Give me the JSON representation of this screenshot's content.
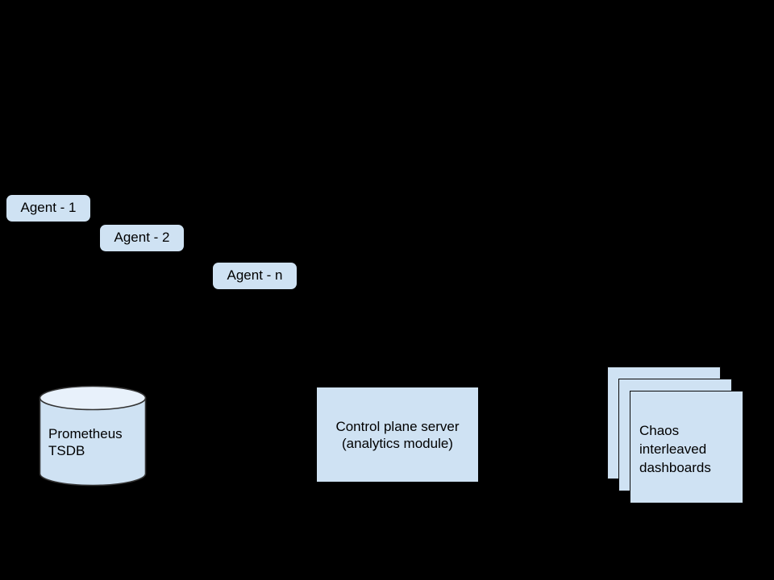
{
  "diagram": {
    "background_color": "#000000",
    "node_fill_color": "#cfe2f3",
    "node_stroke_color": "#0b0b0b",
    "text_color": "#000000",
    "agents": [
      {
        "label": "Agent - 1"
      },
      {
        "label": "Agent - 2"
      },
      {
        "label": "Agent - n"
      }
    ],
    "database": {
      "label": "Prometheus\nTSDB",
      "shape": "cylinder"
    },
    "server": {
      "label": "Control plane server\n(analytics module)",
      "shape": "rectangle"
    },
    "dashboards": {
      "label": "Chaos\ninterleaved\ndashboards",
      "shape": "stacked-cards",
      "card_count": 3
    },
    "connectors": [
      {
        "type": "arrow",
        "direction": "right",
        "target": "dashboards"
      }
    ]
  }
}
